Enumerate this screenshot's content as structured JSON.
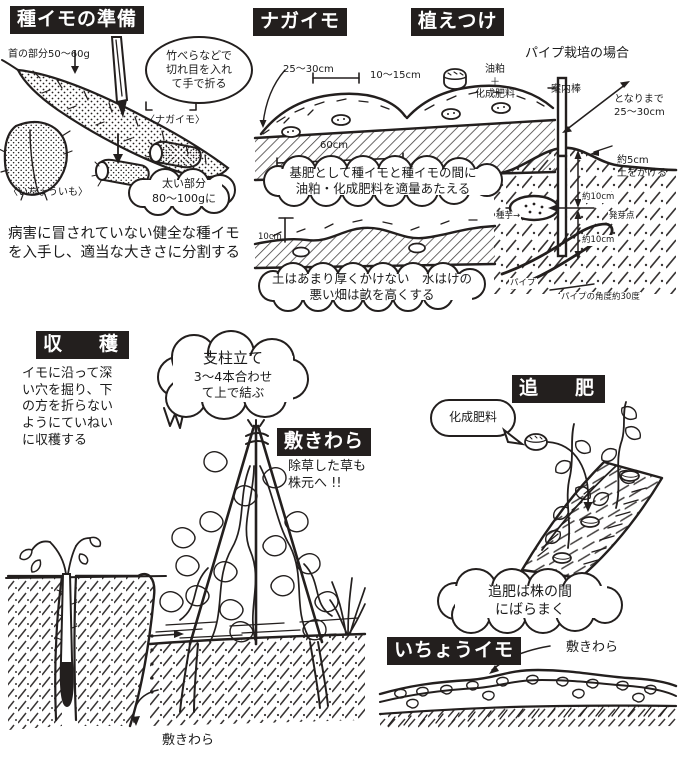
{
  "page": {
    "title": "ヤマノイモ栽培イラスト解説",
    "ink_color": "#231f1e",
    "paper_color": "#ffffff"
  },
  "sections": {
    "seed_prep": {
      "header": "種イモの準備",
      "labels": {
        "neck": "首の部分50～60g",
        "ichouimo": "〈いちょういも〉",
        "nagaimo": "〈ナガイモ〉"
      },
      "bubbles": {
        "cut": "竹べらなどで\n切れ目を入れ\nて手で折る",
        "thick": "太い部分\n80～100gに"
      },
      "body": "病害に冒されていない健全な種イモ\nを入手し、適当な大きさに分割する"
    },
    "nagaimo": {
      "header": "ナガイモ",
      "dims": {
        "spacing_plant": "25～30cm",
        "spacing_depth": "10～15cm",
        "row_width": "60cm",
        "cover_depth": "10cm"
      },
      "bubbles": {
        "base_fertilizer": "基肥として種イモと種イモの間に\n油粕・化成肥料を適量あたえる",
        "soil_depth": "土はあまり厚くかけない　水はけの\n悪い畑は畝を高くする"
      }
    },
    "planting": {
      "header": "植えつけ",
      "fertilizer_label": "油粕\n＋\n化成肥料",
      "pipe": {
        "title": "パイプ栽培の場合",
        "guide_pole": "案内棒",
        "to_next": "となりまで\n25～30cm",
        "cover_soil": "約5cm\n土をかける",
        "above": "約10cm",
        "below": "約10cm",
        "sprout_point": "発芽点",
        "seed_tuber": "種芋→",
        "pipe": "パイプ",
        "pipe_angle": "パイプの角度約30度"
      }
    },
    "harvest": {
      "header": "収　穫",
      "body": "イモに沿って深\nい穴を掘り、下\nの方を折らない\nようにていねい\nに収穫する"
    },
    "support": {
      "bubble": "支柱立て\n3～4本合わせ\nて上で結ぶ",
      "bubble_line1": "支柱立て",
      "bubble_line2": "3～4本合わせ\nて上で結ぶ",
      "mulch_label": "敷きわら"
    },
    "mulch": {
      "header": "敷きわら",
      "body": "除草した草も\n株元へ !!"
    },
    "topdress": {
      "header": "追　肥",
      "bubble_fertilizer": "化成肥料",
      "bubble_note": "追肥は株の間\nにばらまく"
    },
    "ichouimo": {
      "header": "いちょうイモ",
      "mulch_label": "敷きわら"
    }
  }
}
